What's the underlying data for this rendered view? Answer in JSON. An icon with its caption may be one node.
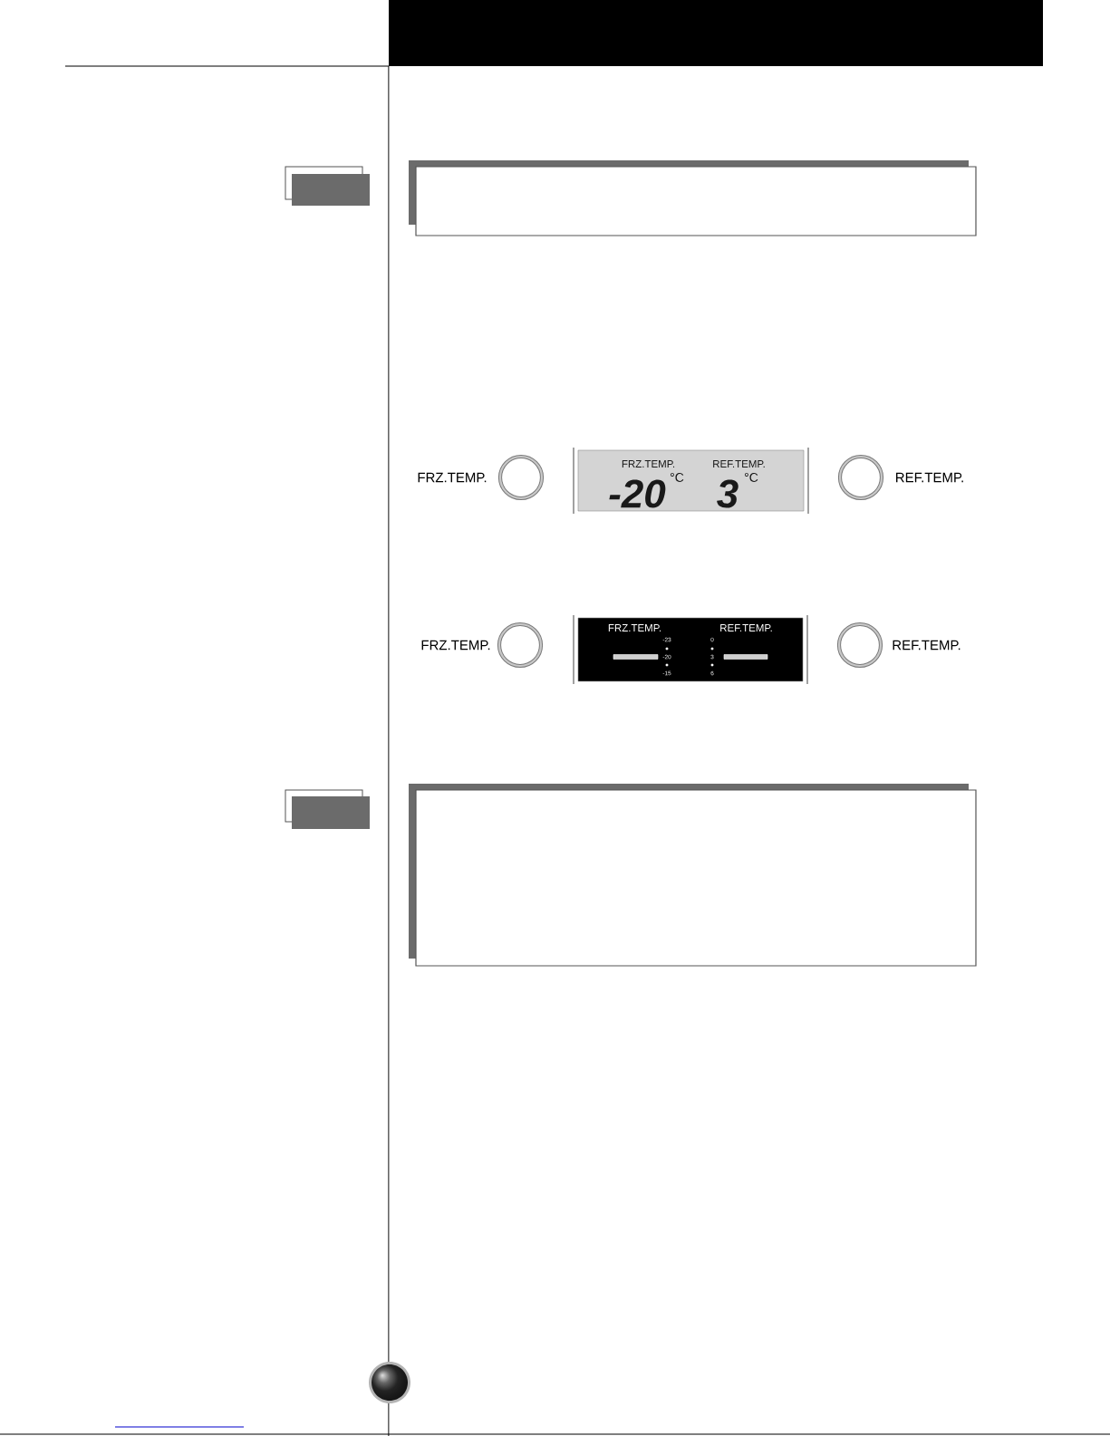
{
  "diagram": {
    "nodes": [
      {
        "text": [],
        "shape": "circle",
        "beside": [
          "FRZ.TEMP."
        ]
      },
      {
        "text": [
          "FRZ.TEMP.",
          "-20",
          "°C",
          "REF.TEMP.",
          "3",
          "°C"
        ]
      },
      {
        "text": [],
        "shape": "circle",
        "beside": [
          "REF.TEMP."
        ]
      },
      {
        "text": [],
        "shape": "circle",
        "beside": [
          "FRZ.TEMP."
        ]
      },
      {
        "text": [
          "FRZ.TEMP.",
          "-23",
          "-20",
          "-15",
          "REF.TEMP.",
          "0",
          "3",
          "6"
        ]
      },
      {
        "text": [],
        "shape": "circle",
        "beside": [
          "REF.TEMP."
        ]
      }
    ]
  }
}
